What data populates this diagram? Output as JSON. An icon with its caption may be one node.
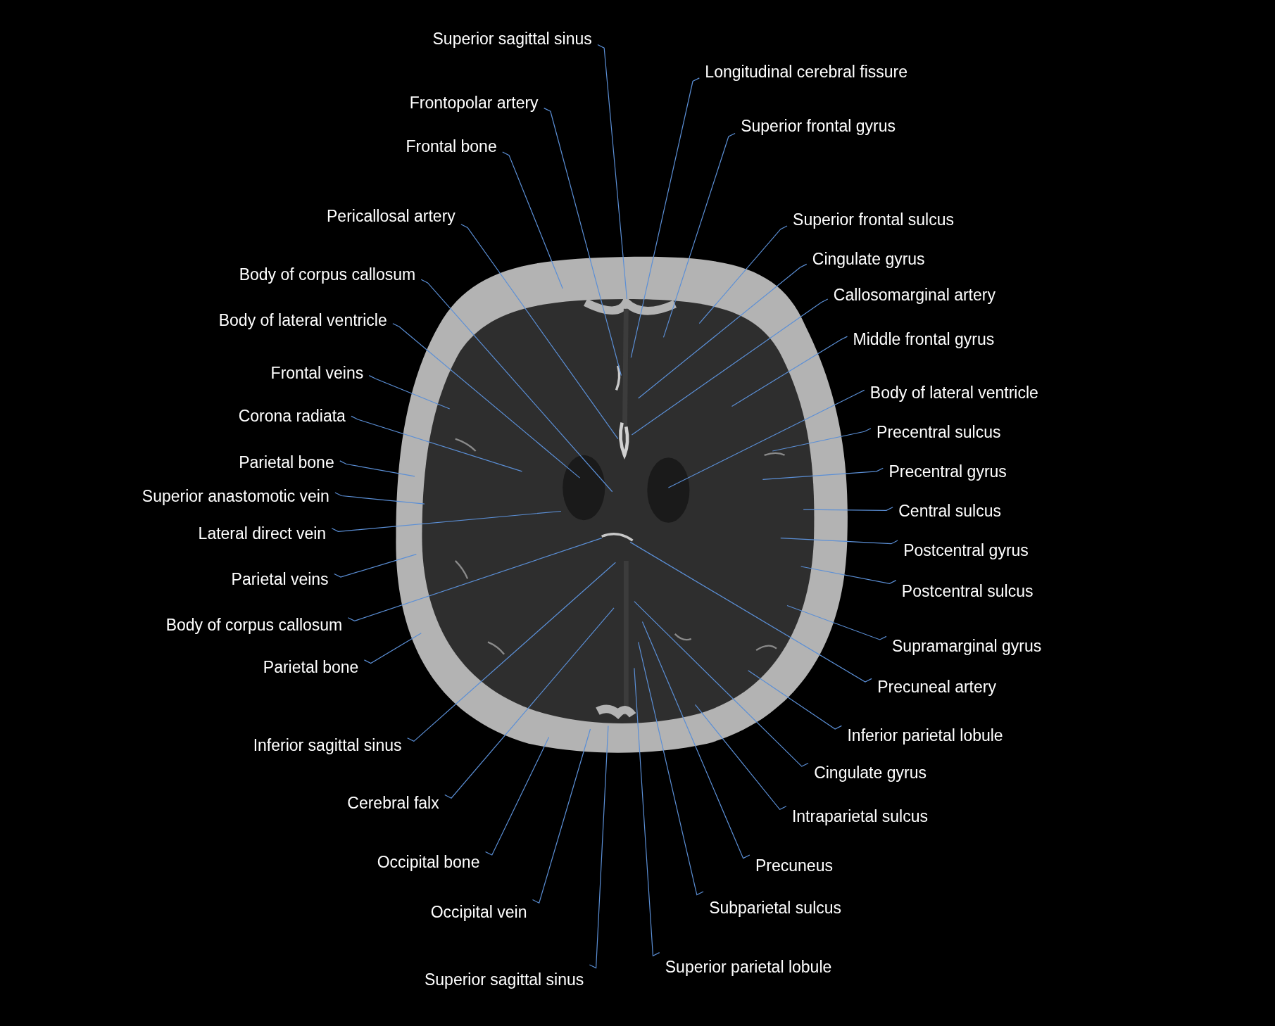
{
  "diagram": {
    "nodes": [
      {
        "text": [
          "Superior sagittal sinus"
        ]
      },
      {
        "text": [
          "Longitudinal cerebral fissure"
        ]
      },
      {
        "text": [
          "Frontopolar artery"
        ]
      },
      {
        "text": [
          "Superior frontal gyrus"
        ]
      },
      {
        "text": [
          "Frontal bone"
        ]
      },
      {
        "text": [
          "Pericallosal artery"
        ]
      },
      {
        "text": [
          "Superior frontal sulcus"
        ]
      },
      {
        "text": [
          "Cingulate gyrus"
        ]
      },
      {
        "text": [
          "Body of corpus callosum"
        ]
      },
      {
        "text": [
          "Callosomarginal artery"
        ]
      },
      {
        "text": [
          "Body of lateral ventricle"
        ]
      },
      {
        "text": [
          "Middle frontal gyrus"
        ]
      },
      {
        "text": [
          "Frontal veins"
        ]
      },
      {
        "text": [
          "Body of lateral ventricle"
        ]
      },
      {
        "text": [
          "Corona radiata"
        ]
      },
      {
        "text": [
          "Precentral sulcus"
        ]
      },
      {
        "text": [
          "Parietal bone"
        ]
      },
      {
        "text": [
          "Precentral gyrus"
        ]
      },
      {
        "text": [
          "Superior anastomotic vein"
        ]
      },
      {
        "text": [
          "Central sulcus"
        ]
      },
      {
        "text": [
          "Lateral direct vein"
        ]
      },
      {
        "text": [
          "Postcentral gyrus"
        ]
      },
      {
        "text": [
          "Parietal veins"
        ]
      },
      {
        "text": [
          "Postcentral sulcus"
        ]
      },
      {
        "text": [
          "Body of corpus callosum"
        ]
      },
      {
        "text": [
          "Supramarginal gyrus"
        ]
      },
      {
        "text": [
          "Parietal bone"
        ]
      },
      {
        "text": [
          "Precuneal artery"
        ]
      },
      {
        "text": [
          "Inferior parietal lobule"
        ]
      },
      {
        "text": [
          "Inferior sagittal sinus"
        ]
      },
      {
        "text": [
          "Cingulate gyrus"
        ]
      },
      {
        "text": [
          "Cerebral falx"
        ]
      },
      {
        "text": [
          "Intraparietal sulcus"
        ]
      },
      {
        "text": [
          "Occipital bone"
        ]
      },
      {
        "text": [
          "Precuneus"
        ]
      },
      {
        "text": [
          "Occipital vein"
        ]
      },
      {
        "text": [
          "Subparietal sulcus"
        ]
      },
      {
        "text": [
          "Superior parietal lobule"
        ]
      },
      {
        "text": [
          "Superior sagittal sinus"
        ]
      }
    ],
    "edges": [
      {
        "from": 0,
        "to": null,
        "arrow": "none"
      },
      {
        "from": 1,
        "to": null,
        "arrow": "none"
      },
      {
        "from": 2,
        "to": null,
        "arrow": "none"
      },
      {
        "from": 3,
        "to": null,
        "arrow": "none"
      },
      {
        "from": 4,
        "to": null,
        "arrow": "none"
      },
      {
        "from": 5,
        "to": null,
        "arrow": "none"
      },
      {
        "from": 6,
        "to": null,
        "arrow": "none"
      },
      {
        "from": 7,
        "to": null,
        "arrow": "none"
      },
      {
        "from": 8,
        "to": null,
        "arrow": "none"
      },
      {
        "from": 9,
        "to": null,
        "arrow": "none"
      },
      {
        "from": 10,
        "to": null,
        "arrow": "none"
      },
      {
        "from": 11,
        "to": null,
        "arrow": "none"
      },
      {
        "from": 12,
        "to": null,
        "arrow": "none"
      },
      {
        "from": 13,
        "to": null,
        "arrow": "none"
      },
      {
        "from": 14,
        "to": null,
        "arrow": "none"
      },
      {
        "from": 15,
        "to": null,
        "arrow": "none"
      },
      {
        "from": 16,
        "to": null,
        "arrow": "none"
      },
      {
        "from": 17,
        "to": null,
        "arrow": "none"
      },
      {
        "from": 18,
        "to": null,
        "arrow": "none"
      },
      {
        "from": 19,
        "to": null,
        "arrow": "none"
      },
      {
        "from": 20,
        "to": null,
        "arrow": "none"
      },
      {
        "from": 21,
        "to": null,
        "arrow": "none"
      },
      {
        "from": 22,
        "to": null,
        "arrow": "none"
      },
      {
        "from": 23,
        "to": null,
        "arrow": "none"
      },
      {
        "from": 24,
        "to": null,
        "arrow": "none"
      },
      {
        "from": 25,
        "to": null,
        "arrow": "none"
      },
      {
        "from": 26,
        "to": null,
        "arrow": "none"
      },
      {
        "from": 27,
        "to": null,
        "arrow": "none"
      },
      {
        "from": 28,
        "to": null,
        "arrow": "none"
      },
      {
        "from": 29,
        "to": null,
        "arrow": "none"
      },
      {
        "from": 30,
        "to": null,
        "arrow": "none"
      },
      {
        "from": 31,
        "to": null,
        "arrow": "none"
      },
      {
        "from": 32,
        "to": null,
        "arrow": "none"
      },
      {
        "from": 33,
        "to": null,
        "arrow": "none"
      },
      {
        "from": 34,
        "to": null,
        "arrow": "none"
      },
      {
        "from": 35,
        "to": null,
        "arrow": "none"
      },
      {
        "from": 36,
        "to": null,
        "arrow": "none"
      },
      {
        "from": 37,
        "to": null,
        "arrow": "none"
      },
      {
        "from": 38,
        "to": null,
        "arrow": "none"
      }
    ]
  }
}
